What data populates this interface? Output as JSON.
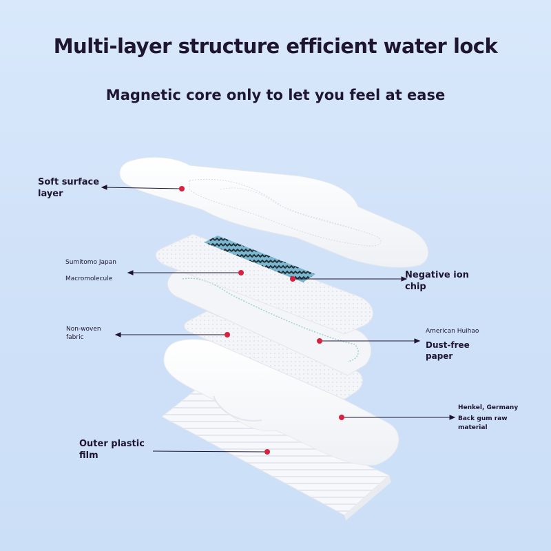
{
  "header": {
    "title": "Multi-layer structure efficient water lock",
    "subtitle": "Magnetic core only to let you feel at ease"
  },
  "labels": {
    "soft_surface": [
      "Soft surface",
      "layer"
    ],
    "sumitomo": [
      "Sumitomo Japan",
      "Macromolecule"
    ],
    "negative_ion": [
      "Negative ion",
      "chip"
    ],
    "non_woven": [
      "Non-woven",
      "fabric"
    ],
    "american": "American Huihao",
    "dust_free": [
      "Dust-free",
      "paper"
    ],
    "henkel": [
      "Henkel, Germany",
      "Back gum raw",
      "material"
    ],
    "outer_plastic": [
      "Outer plastic",
      "film"
    ]
  },
  "colors": {
    "background": "#d9e8fb",
    "text": "#1e1530",
    "marker": "#d8203f",
    "chip_teal": "#6fb0c8"
  }
}
